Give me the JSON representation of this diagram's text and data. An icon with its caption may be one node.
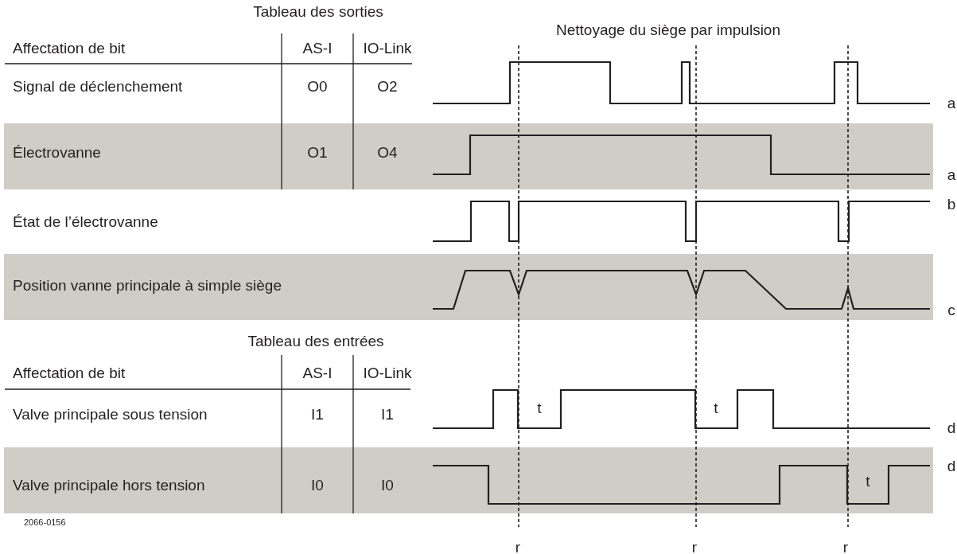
{
  "diagram": {
    "labels": [
      "Tableau des sorties",
      "Nettoyage du siège par impulsion",
      "Affectation de bit",
      "AS-I",
      "IO-Link",
      "Signal de déclenchement",
      "O0",
      "O2",
      "a",
      "Électrovanne",
      "O1",
      "O4",
      "a",
      "État de l’électrovanne",
      "b",
      "Position vanne principale à simple siège",
      "c",
      "Tableau des entrées",
      "Affectation de bit",
      "AS-I",
      "IO-Link",
      "Valve principale sous tension",
      "I1",
      "I1",
      "t",
      "t",
      "d",
      "Valve principale hors tension",
      "I0",
      "I0",
      "t",
      "d",
      "2066-0156",
      "r",
      "r",
      "r"
    ]
  }
}
